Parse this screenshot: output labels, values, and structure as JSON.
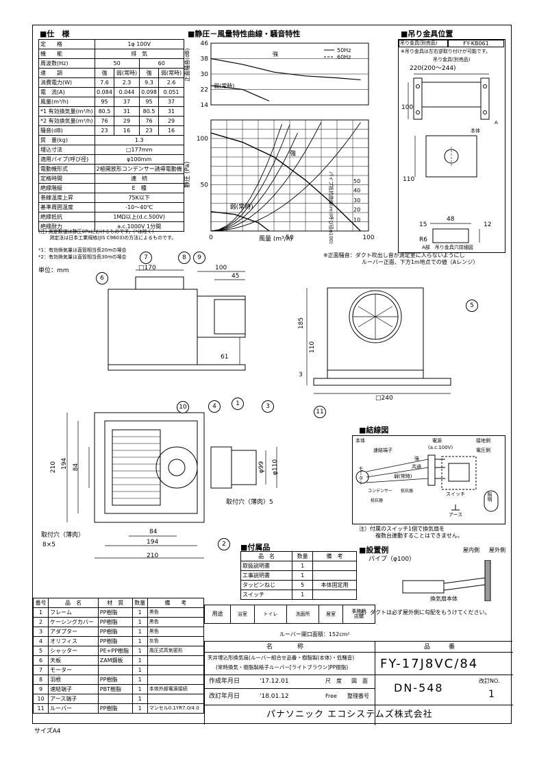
{
  "sections": {
    "spec": "■仕　様",
    "chart": "■静圧－風量特性曲線・騒音特性",
    "hanger": "■吊り金具位置",
    "wiring": "■結線図",
    "accessories": "■付属品",
    "install": "■設置例"
  },
  "spec_rows": [
    [
      "定　　格",
      "1φ 100V"
    ],
    [
      "機　　能",
      "排　気"
    ],
    [
      "周波数(Hz)",
      "50",
      "60"
    ],
    [
      "速　　調",
      "強",
      "弱(常時)",
      "強",
      "弱(常時)"
    ],
    [
      "消費電力(W)",
      "7.6",
      "2.3",
      "9.3",
      "2.6"
    ],
    [
      "電　流(A)",
      "0.084",
      "0.044",
      "0.098",
      "0.051"
    ],
    [
      "風量(m³/h)",
      "95",
      "37",
      "95",
      "37"
    ],
    [
      "*1 有効換気量(m³/h)",
      "80.5",
      "31",
      "80.5",
      "31"
    ],
    [
      "*2 有効換気量(m³/h)",
      "76",
      "29",
      "76",
      "29"
    ],
    [
      "騒音(dB)",
      "23",
      "16",
      "23",
      "16"
    ],
    [
      "質　量(kg)",
      "1.3"
    ],
    [
      "埋込寸法",
      "□177mm"
    ],
    [
      "適用パイプ(呼び径)",
      "φ100mm"
    ],
    [
      "電動機形式",
      "2極開放形コンデンサー誘導電動機"
    ],
    [
      "定格時間",
      "連　続"
    ],
    [
      "絶縁階級",
      "E　種"
    ],
    [
      "巻線温度上昇",
      "75K以下"
    ],
    [
      "基準周囲温度",
      "-10～40℃"
    ],
    [
      "絶縁抵抗",
      "1MΩ以上(d.c.500V)"
    ],
    [
      "絶縁耐力",
      "a.c.1000V 1分間"
    ]
  ],
  "spec_note": "(注) 測定数値は静圧0Paにおけるものです。(*は除く)\n　　 測定法は日本工業規格(JIS C9603)の方法によるものです。",
  "footnotes": [
    "*1：有効換気量は直管相当長20mの場合",
    "*2：有効換気量は直管相当長30mの場合"
  ],
  "unit": "単位：mm",
  "noise_note": "※正面騒音：ダクト吹出し音が測定室に入らないようにし\n　　　　　　　ルーバー正面、下方1m地点での値（Aレンジ）",
  "chart_data": [
    {
      "type": "line",
      "ylabel": "正面騒音(dB)",
      "yticks": [
        "46",
        "38",
        "30",
        "22",
        "14"
      ],
      "ylim": [
        14,
        46
      ],
      "legend": [
        "50Hz",
        "60Hz"
      ],
      "annotations": [
        "強",
        "弱(常時)"
      ],
      "series": [
        {
          "name": "強",
          "x": [
            0,
            20,
            40,
            60,
            80,
            95
          ],
          "y": [
            38,
            35,
            31,
            29,
            28,
            27
          ]
        },
        {
          "name": "弱(常時)",
          "x": [
            0,
            20,
            37
          ],
          "y": [
            24,
            22,
            16
          ]
        }
      ]
    },
    {
      "type": "line",
      "xlabel": "風量 (m³/h)",
      "ylabel": "静圧 (Pa)",
      "xticks": [
        "0",
        "50",
        "100"
      ],
      "yticks": [
        "100",
        "50"
      ],
      "xlim": [
        0,
        100
      ],
      "ylim": [
        0,
        120
      ],
      "annotations": [
        "強",
        "弱(常時)"
      ],
      "right_label": "パイプ抵抗曲線(m)(呼び径φ100)",
      "pipe_labels": [
        "50",
        "40",
        "30",
        "20",
        "10"
      ],
      "series": [
        {
          "name": "強",
          "x": [
            0,
            20,
            40,
            60,
            80,
            95
          ],
          "y": [
            106,
            96,
            80,
            55,
            25,
            0
          ]
        },
        {
          "name": "弱(常時)",
          "x": [
            0,
            15,
            30,
            37
          ],
          "y": [
            21,
            18,
            9,
            0
          ]
        }
      ]
    }
  ],
  "hanger": {
    "title_left": "吊り金具(別売品)",
    "model": "FY-KB061",
    "note": "※吊り金具は左右逆取り付けが可能です。",
    "label_kanagu": "吊り金具(別売品)",
    "label_body": "本体",
    "dim_220": "220(200～244)",
    "dim_100": "100",
    "dim_110": "110",
    "dim_48": "48",
    "dim_15": "15",
    "dim_12": "12",
    "dim_r6": "R6",
    "label_a": "A",
    "caption": "A部　吊り金具穴詳細図"
  },
  "dims": {
    "d170": "□170",
    "d100": "100",
    "d45": "45",
    "d61": "61",
    "d185": "185",
    "d110v": "110",
    "d3": "3",
    "d240": "□240",
    "d210": "210",
    "d194": "194",
    "d84": "84",
    "phi99": "φ99",
    "phi110": "φ110",
    "hole_label": "取付穴（薄肉）5",
    "hole_label2": "取付穴（薄肉）",
    "hole_size": "8×5",
    "b84": "84",
    "b194": "194",
    "b210": "210"
  },
  "callouts": [
    "1",
    "2",
    "3",
    "4",
    "5",
    "6",
    "7",
    "8",
    "9",
    "10",
    "11"
  ],
  "wiring": {
    "body": "本体",
    "terminal": "速結端子",
    "power": "電源",
    "power_v": "(a.c.100V)",
    "ground_side": "接地側",
    "voltage_side": "電圧側",
    "motor": "モーター",
    "strong": "強",
    "common": "共通",
    "weak": "弱(常時)",
    "capacitor": "コンデンサー",
    "resistor1": "抵抗器",
    "resistor2": "抵抗器",
    "switch": "スイッチ",
    "light": "照明",
    "earth": "アース",
    "note": "注）付属のスイッチ1個で換気扇を\n　　　複数台連動することはできません。"
  },
  "accessories": {
    "headers": [
      "品　名",
      "数量",
      "備　考"
    ],
    "rows": [
      [
        "取扱説明書",
        "1",
        ""
      ],
      [
        "工事説明書",
        "1",
        ""
      ],
      [
        "タッピンねじ",
        "5",
        "本体固定用"
      ],
      [
        "スイッチ",
        "1",
        ""
      ]
    ]
  },
  "install": {
    "pipe": "パイプ（φ100）",
    "indoor": "屋内側",
    "outdoor": "屋外側",
    "body": "換気扇本体",
    "note": "注）ダクトは必ず屋外側に勾配をもうけてください。"
  },
  "parts": {
    "headers": [
      "番号",
      "品　名",
      "材　質",
      "数量",
      "備　　考"
    ],
    "rows": [
      [
        "1",
        "フレーム",
        "PP樹脂",
        "1",
        "黒色"
      ],
      [
        "2",
        "ケーシングカバー",
        "PP樹脂",
        "1",
        "黒色"
      ],
      [
        "3",
        "アダプター",
        "PP樹脂",
        "1",
        "黒色"
      ],
      [
        "4",
        "オリフィス",
        "PP樹脂",
        "1",
        "灰色"
      ],
      [
        "5",
        "シャッター",
        "PE+PP樹脂",
        "1",
        "風圧式高気密形"
      ],
      [
        "6",
        "天板",
        "ZAM鋼板",
        "1",
        ""
      ],
      [
        "7",
        "モーター",
        "",
        "1",
        ""
      ],
      [
        "8",
        "羽根",
        "PP樹脂",
        "1",
        ""
      ],
      [
        "9",
        "速結端子",
        "PBT樹脂",
        "1",
        "本体外部電源接続"
      ],
      [
        "10",
        "アース端子",
        "",
        "1",
        ""
      ],
      [
        "11",
        "ルーバー",
        "PP樹脂",
        "1",
        "マンセル0.1YR7.0/4.0"
      ]
    ]
  },
  "usage": {
    "label": "用途",
    "items": [
      "浴室",
      "トイレ",
      "洗面所",
      "居室",
      "事務所\n店舗"
    ],
    "opening": "ルーバー開口面積：152cm²"
  },
  "title_block": {
    "name_h": "名　　　　称",
    "number_h": "品　　　番",
    "name1": "天井埋込形換気扇(ルーバー組合せ品番・樹脂製(本体)・低騒音)",
    "name2": "(常時換気・樹脂製格子ルーバー[ライトブラウン]PP樹脂)",
    "model": "FY-17J8VC/84",
    "created_l": "作成年月日",
    "created_v": "'17.12.01",
    "scale_l": "尺　度",
    "scale_v": "Free",
    "drawing_l": "図　面",
    "drawing_l2": "整理番号",
    "revised_l": "改訂年月日",
    "revised_v": "'18.01.12",
    "dn": "DN-548",
    "rev_l": "改訂NO.",
    "rev_v": "1",
    "company": "パナソニック エコシステムズ株式会社"
  },
  "size": "サイズA4"
}
